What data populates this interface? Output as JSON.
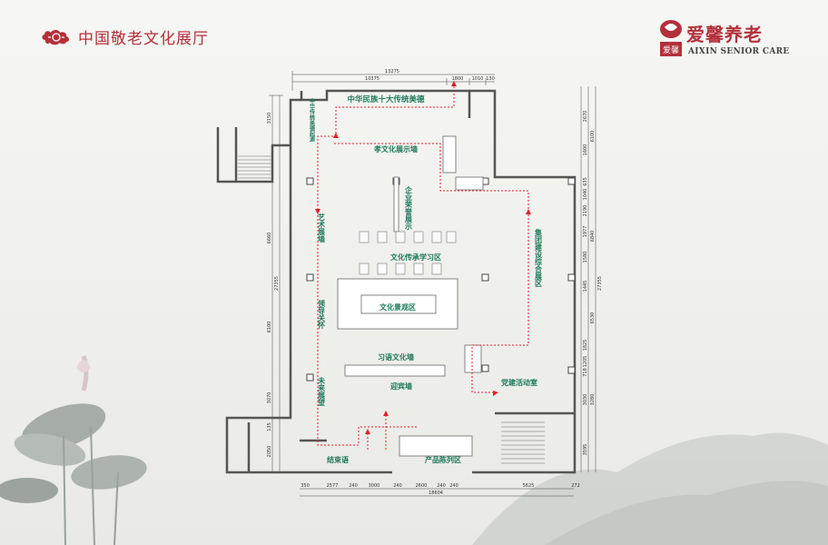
{
  "header": {
    "title": "中国敬老文化展厅"
  },
  "brand": {
    "name_cn": "爱馨养老",
    "name_en": "AIXIN SENIOR CARE",
    "seal_text": "爱馨"
  },
  "colors": {
    "accent": "#b3303a",
    "label": "#1e7a5c",
    "path": "#e0202a",
    "wall": "#555555"
  },
  "zones": {
    "virtues": "中华民族十大传统美德",
    "origin": "中华传统美德起源",
    "filial": "孝文化展示墙",
    "enterprise": "企业荣誉展示",
    "art": "艺术展墙",
    "study": "文化传承学习区",
    "group": "集团建设综合展区",
    "landscape": "文化景观区",
    "leader": "领导关怀",
    "xi": "习语文化墙",
    "future": "未来展望",
    "welcome": "迎宾墙",
    "party": "党建活动室",
    "closing": "结束语",
    "product": "产品陈列区"
  },
  "dims": {
    "top": [
      "13275",
      "10375",
      "1800",
      "1010",
      "130"
    ],
    "left": [
      "3150",
      "6660",
      "27355",
      "6100",
      "3070",
      "135",
      "2050"
    ],
    "right": [
      "2670",
      "6100",
      "1600",
      "635",
      "1040",
      "2190",
      "1977",
      "6840",
      "1580",
      "1445",
      "6530",
      "1825",
      "1205",
      "718",
      "3030",
      "3280",
      "27355",
      "3595"
    ],
    "bottom": [
      "350",
      "2577",
      "240",
      "3000",
      "240",
      "2600",
      "240",
      "5625",
      "272"
    ],
    "bottom_total": "18604"
  }
}
